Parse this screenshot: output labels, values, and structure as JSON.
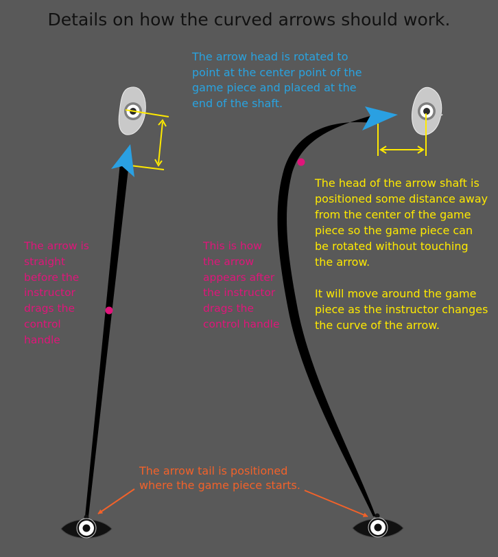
{
  "title": "Details on how the curved arrows should work.",
  "notes": {
    "arrowhead": "The arrow head is rotated to\npoint at the center point of the\ngame piece and placed at the\nend of the shaft.",
    "distance": "The head of the arrow shaft is\npositioned some distance away\nfrom the center of the game\npiece so the game piece can\nbe rotated without touching\nthe arrow.\n\nIt will move around the game\npiece as the instructor changes\nthe curve of the arrow.",
    "straight": "The arrow is\nstraight\nbefore the\ninstructor\ndrags the\ncontrol\nhandle",
    "curved": "This is how\nthe arrow\nappears after\nthe instructor\ndrags the\ncontrol handle",
    "tail": "The arrow tail is positioned\nwhere the game piece starts."
  },
  "colors": {
    "background": "#595959",
    "title": "#111111",
    "arrowhead_note": "#29a3e0",
    "distance_note": "#ffea00",
    "handle_note": "#e0157a",
    "tail_note": "#f2622a",
    "arrow_shaft": "#000000",
    "arrowhead": "#2aa0e2",
    "control_handle": "#e0157a",
    "game_piece_start": "#111111",
    "game_piece_target": "#c9c9c9"
  },
  "icons": {
    "start_piece": "eye-shaped-game-piece-icon",
    "target_piece": "eye-shaped-game-piece-icon",
    "arrowhead": "triangle-arrowhead-icon",
    "control_handle": "dot-handle-icon"
  }
}
